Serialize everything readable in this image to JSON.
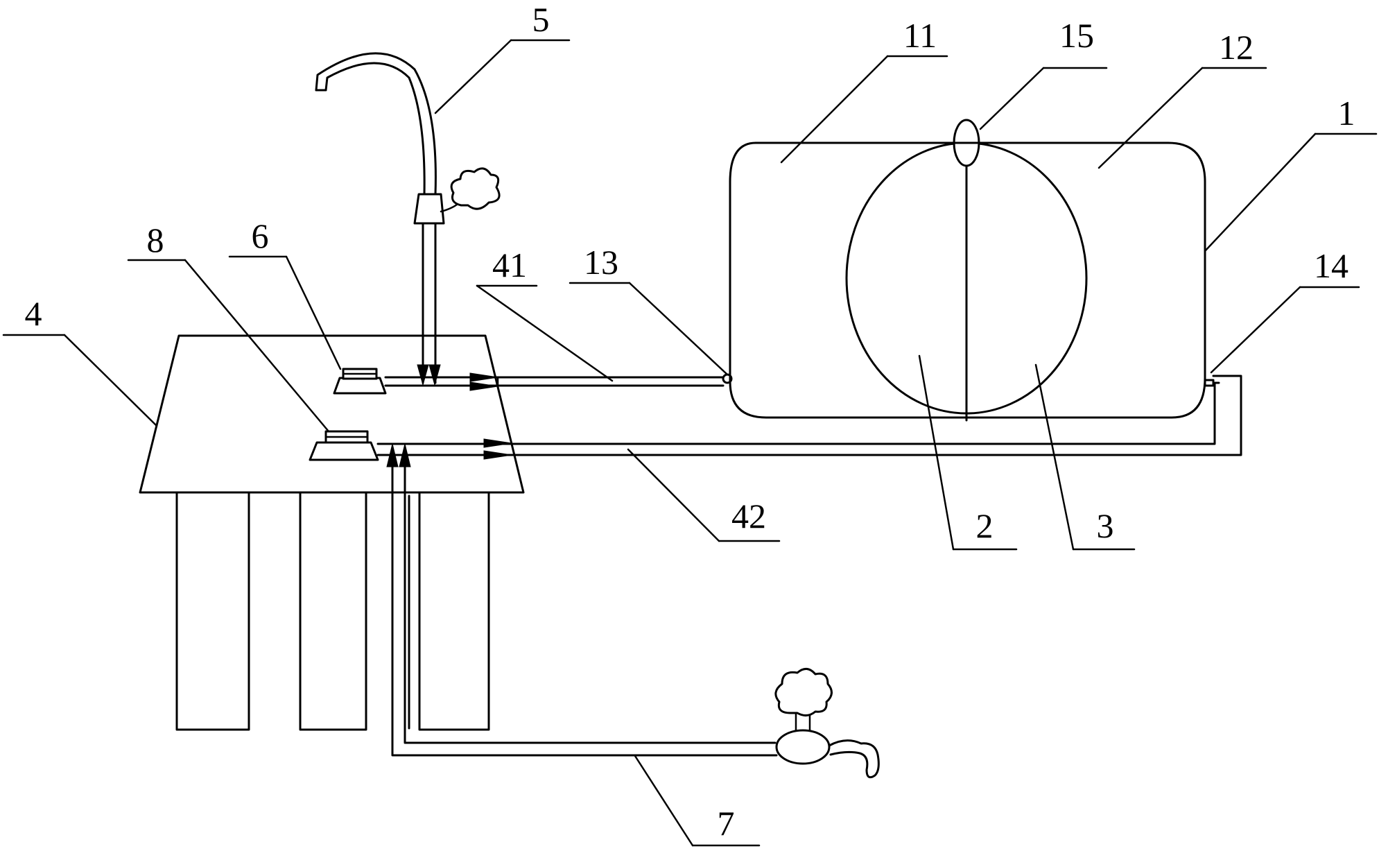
{
  "labels": {
    "housing": "4",
    "faucet": "5",
    "valve_upper": "6",
    "valve_lower": "8",
    "pipe_upper": "41",
    "pipe_lower": "42",
    "tank_inlet": "13",
    "tank_outlet": "14",
    "tank": "1",
    "chamber_left": "11",
    "chamber_right": "12",
    "top_part": "15",
    "bladder_left": "2",
    "bladder_right": "3",
    "tap_pipe": "7"
  }
}
